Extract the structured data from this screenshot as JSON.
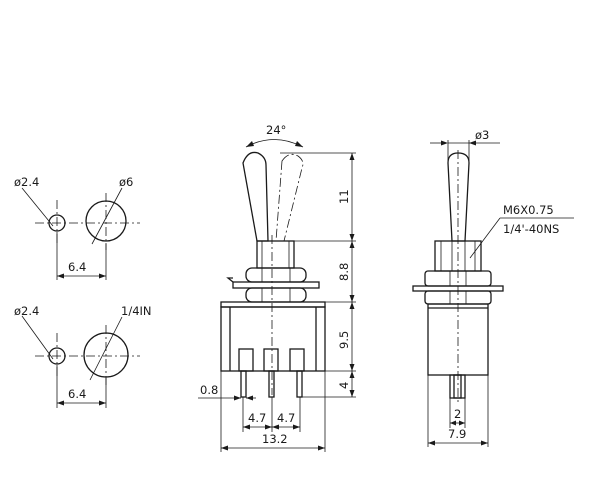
{
  "hole_pattern_a": {
    "small_hole_dia": "ø2.4",
    "large_hole_dia": "ø6",
    "spacing": "6.4"
  },
  "hole_pattern_b": {
    "small_hole_dia": "ø2.4",
    "large_hole_dia": "1/4IN",
    "spacing": "6.4"
  },
  "front_view": {
    "lever_angle": "24°",
    "lever_height": "11",
    "bushing_height": "8.8",
    "body_height": "9.5",
    "pin_length": "4",
    "pin_width": "0.8",
    "pin_pitch_left": "4.7",
    "pin_pitch_right": "4.7",
    "body_width": "13.2"
  },
  "side_view": {
    "lever_tip_dia": "ø3",
    "thread_metric": "M6X0.75",
    "thread_imperial": "1/4'-40NS",
    "pin_width": "2",
    "body_width": "7.9"
  }
}
